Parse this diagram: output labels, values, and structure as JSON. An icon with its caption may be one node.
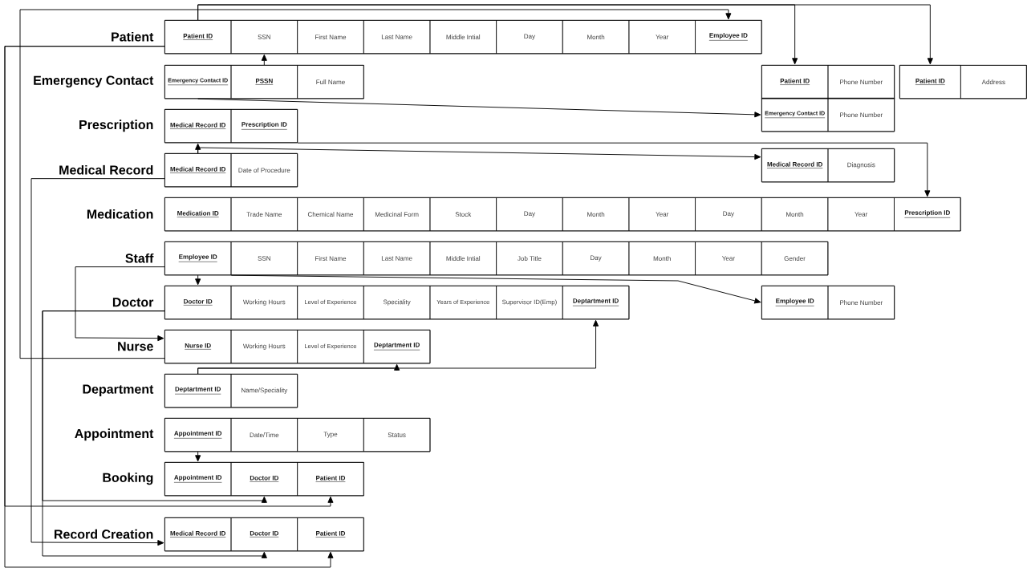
{
  "diagram": {
    "nodes": [
      {
        "text": [
          "Patient"
        ]
      },
      {
        "text": [
          "Patient ID"
        ],
        "in": 0
      },
      {
        "text": [
          "SSN"
        ],
        "in": 0
      },
      {
        "text": [
          "First Name"
        ],
        "in": 0
      },
      {
        "text": [
          "Last Name"
        ],
        "in": 0
      },
      {
        "text": [
          "Middle Intial"
        ],
        "in": 0
      },
      {
        "text": [
          "Day"
        ],
        "in": 0
      },
      {
        "text": [
          "Month"
        ],
        "in": 0
      },
      {
        "text": [
          "Year"
        ],
        "in": 0
      },
      {
        "text": [
          "Employee ID"
        ],
        "in": 0
      },
      {
        "text": [
          "Emergency Contact"
        ]
      },
      {
        "text": [
          "Emergency Contact ID"
        ],
        "in": 10
      },
      {
        "text": [
          "PSSN"
        ],
        "in": 10
      },
      {
        "text": [
          "Full Name"
        ],
        "in": 10
      },
      {
        "text": [],
        "shape": "box"
      },
      {
        "text": [
          "Patient ID"
        ],
        "in": 14
      },
      {
        "text": [
          "Phone Number"
        ],
        "in": 14
      },
      {
        "text": [],
        "shape": "box"
      },
      {
        "text": [
          "Patient ID"
        ],
        "in": 17
      },
      {
        "text": [
          "Address"
        ],
        "in": 17
      },
      {
        "text": [],
        "shape": "box"
      },
      {
        "text": [
          "Emergency Contact ID"
        ],
        "in": 20
      },
      {
        "text": [
          "Phone Number"
        ],
        "in": 20
      },
      {
        "text": [
          "Prescription"
        ]
      },
      {
        "text": [
          "Medical Record ID"
        ],
        "in": 23
      },
      {
        "text": [
          "Prescription ID"
        ],
        "in": 23
      },
      {
        "text": [
          "Medical Record"
        ]
      },
      {
        "text": [
          "Medical Record ID"
        ],
        "in": 26
      },
      {
        "text": [
          "Date of Procedure"
        ],
        "in": 26
      },
      {
        "text": [],
        "shape": "box"
      },
      {
        "text": [
          "Medical Record ID"
        ],
        "in": 29
      },
      {
        "text": [
          "Diagnosis"
        ],
        "in": 29
      },
      {
        "text": [
          "Medication"
        ]
      },
      {
        "text": [
          "Medication ID"
        ],
        "in": 32
      },
      {
        "text": [
          "Trade Name"
        ],
        "in": 32
      },
      {
        "text": [
          "Chemical Name"
        ],
        "in": 32
      },
      {
        "text": [
          "Medicinal Form"
        ],
        "in": 32
      },
      {
        "text": [
          "Stock"
        ],
        "in": 32
      },
      {
        "text": [
          "Day"
        ],
        "in": 32
      },
      {
        "text": [
          "Month"
        ],
        "in": 32
      },
      {
        "text": [
          "Year"
        ],
        "in": 32
      },
      {
        "text": [
          "Day"
        ],
        "in": 32
      },
      {
        "text": [
          "Month"
        ],
        "in": 32
      },
      {
        "text": [
          "Year"
        ],
        "in": 32
      },
      {
        "text": [
          "Prescription ID"
        ],
        "in": 32
      },
      {
        "text": [
          "Staff"
        ]
      },
      {
        "text": [
          "Employee ID"
        ],
        "in": 45
      },
      {
        "text": [
          "SSN"
        ],
        "in": 45
      },
      {
        "text": [
          "First Name"
        ],
        "in": 45
      },
      {
        "text": [
          "Last Name"
        ],
        "in": 45
      },
      {
        "text": [
          "Middle Intial"
        ],
        "in": 45
      },
      {
        "text": [
          "Job Title"
        ],
        "in": 45
      },
      {
        "text": [
          "Day"
        ],
        "in": 45
      },
      {
        "text": [
          "Month"
        ],
        "in": 45
      },
      {
        "text": [
          "Year"
        ],
        "in": 45
      },
      {
        "text": [
          "Gender"
        ],
        "in": 45
      },
      {
        "text": [
          "Doctor"
        ]
      },
      {
        "text": [
          "Doctor ID"
        ],
        "in": 56
      },
      {
        "text": [
          "Working Hours"
        ],
        "in": 56
      },
      {
        "text": [
          "Level of Experience"
        ],
        "in": 56
      },
      {
        "text": [
          "Speciality"
        ],
        "in": 56
      },
      {
        "text": [
          "Years of Experience"
        ],
        "in": 56
      },
      {
        "text": [
          "Supervisor ID(Emp)"
        ],
        "in": 56
      },
      {
        "text": [
          "Deptartment ID"
        ],
        "in": 56
      },
      {
        "text": [],
        "shape": "box"
      },
      {
        "text": [
          "Employee ID"
        ],
        "in": 64
      },
      {
        "text": [
          "Phone Number"
        ],
        "in": 64
      },
      {
        "text": [
          "Nurse"
        ]
      },
      {
        "text": [
          "Nurse ID"
        ],
        "in": 67
      },
      {
        "text": [
          "Working Hours"
        ],
        "in": 67
      },
      {
        "text": [
          "Level of Experience"
        ],
        "in": 67
      },
      {
        "text": [
          "Deptartment ID"
        ],
        "in": 67
      },
      {
        "text": [
          "Department"
        ]
      },
      {
        "text": [
          "Deptartment ID"
        ],
        "in": 72
      },
      {
        "text": [
          "Name/Speciality"
        ],
        "in": 72
      },
      {
        "text": [
          "Appointment"
        ]
      },
      {
        "text": [
          "Appointment ID"
        ],
        "in": 75
      },
      {
        "text": [
          "Date/Time"
        ],
        "in": 75
      },
      {
        "text": [
          "Type"
        ],
        "in": 75
      },
      {
        "text": [
          "Status"
        ],
        "in": 75
      },
      {
        "text": [
          "Booking"
        ]
      },
      {
        "text": [
          "Appointment ID"
        ],
        "in": 80
      },
      {
        "text": [
          "Doctor ID"
        ],
        "in": 80
      },
      {
        "text": [
          "Patient ID"
        ],
        "in": 80
      },
      {
        "text": [
          "Record Creation"
        ]
      },
      {
        "text": [
          "Medical Record ID"
        ],
        "in": 84
      },
      {
        "text": [
          "Doctor ID"
        ],
        "in": 84
      },
      {
        "text": [
          "Patient ID"
        ],
        "in": 84
      }
    ],
    "edges": [
      {
        "from": 1,
        "to": 15,
        "arrow": "to"
      },
      {
        "from": 1,
        "to": 18,
        "arrow": "to"
      },
      {
        "from": 68,
        "to": 9,
        "arrow": "to"
      },
      {
        "from": 1,
        "to": 83,
        "arrow": "to"
      },
      {
        "from": 1,
        "to": 87,
        "arrow": "to"
      },
      {
        "from": 12,
        "to": 2,
        "arrow": "to"
      },
      {
        "from": 11,
        "to": 21,
        "arrow": "to"
      },
      {
        "from": 27,
        "to": 24,
        "arrow": "to"
      },
      {
        "from": 27,
        "to": 30,
        "arrow": "to"
      },
      {
        "from": 25,
        "to": 44,
        "arrow": "to"
      },
      {
        "from": 27,
        "to": 85,
        "arrow": "to"
      },
      {
        "from": 46,
        "to": 57,
        "arrow": "to"
      },
      {
        "from": 46,
        "to": 68,
        "arrow": "to"
      },
      {
        "from": 46,
        "to": 65,
        "arrow": "to"
      },
      {
        "from": 57,
        "to": 82,
        "arrow": "to"
      },
      {
        "from": 57,
        "to": 86,
        "arrow": "to"
      },
      {
        "from": 73,
        "to": 63,
        "arrow": "to"
      },
      {
        "from": 73,
        "to": 71,
        "arrow": "to"
      },
      {
        "from": 76,
        "to": 81,
        "arrow": "to"
      }
    ]
  }
}
